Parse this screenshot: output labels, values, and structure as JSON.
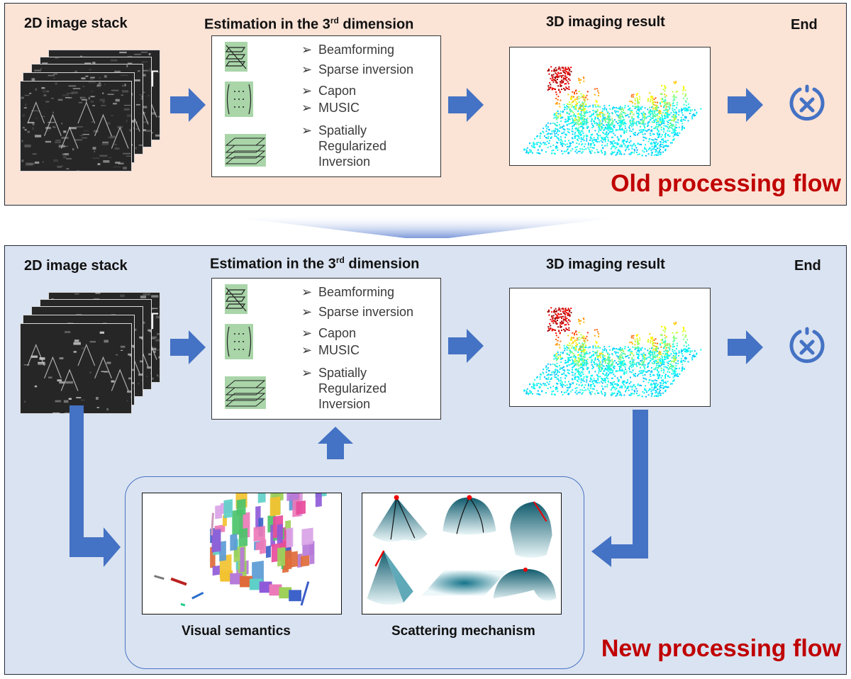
{
  "old_flow": {
    "title": "Old processing flow",
    "stack_label": "2D image stack",
    "estimation_label": "Estimation in the 3",
    "estimation_sup": "rd",
    "estimation_suffix": " dimension",
    "result_label": "3D imaging result",
    "end_label": "End",
    "methods": [
      "Beamforming",
      "Sparse inversion",
      "Capon",
      "MUSIC",
      "Spatially",
      "Regularized",
      "Inversion"
    ]
  },
  "new_flow": {
    "title": "New processing flow",
    "stack_label": "2D image stack",
    "estimation_label": "Estimation in the 3",
    "estimation_sup": "rd",
    "estimation_suffix": " dimension",
    "result_label": "3D imaging result",
    "end_label": "End",
    "methods": [
      "Beamforming",
      "Sparse inversion",
      "Capon",
      "MUSIC",
      "Spatially",
      "Regularized",
      "Inversion"
    ],
    "prior_captions": [
      "Visual semantics",
      "Scattering mechanism"
    ]
  },
  "icons": {
    "bullet": "arrowhead-bullet",
    "end": "cancel-circle-icon",
    "flow_arrow": "block-arrow-right"
  },
  "colors": {
    "old_bg": "#fbe3d6",
    "new_bg": "#dae3f1",
    "arrow": "#4472c4",
    "flow_title": "#c00000",
    "method_icon_bg": "#a9d5a9"
  }
}
